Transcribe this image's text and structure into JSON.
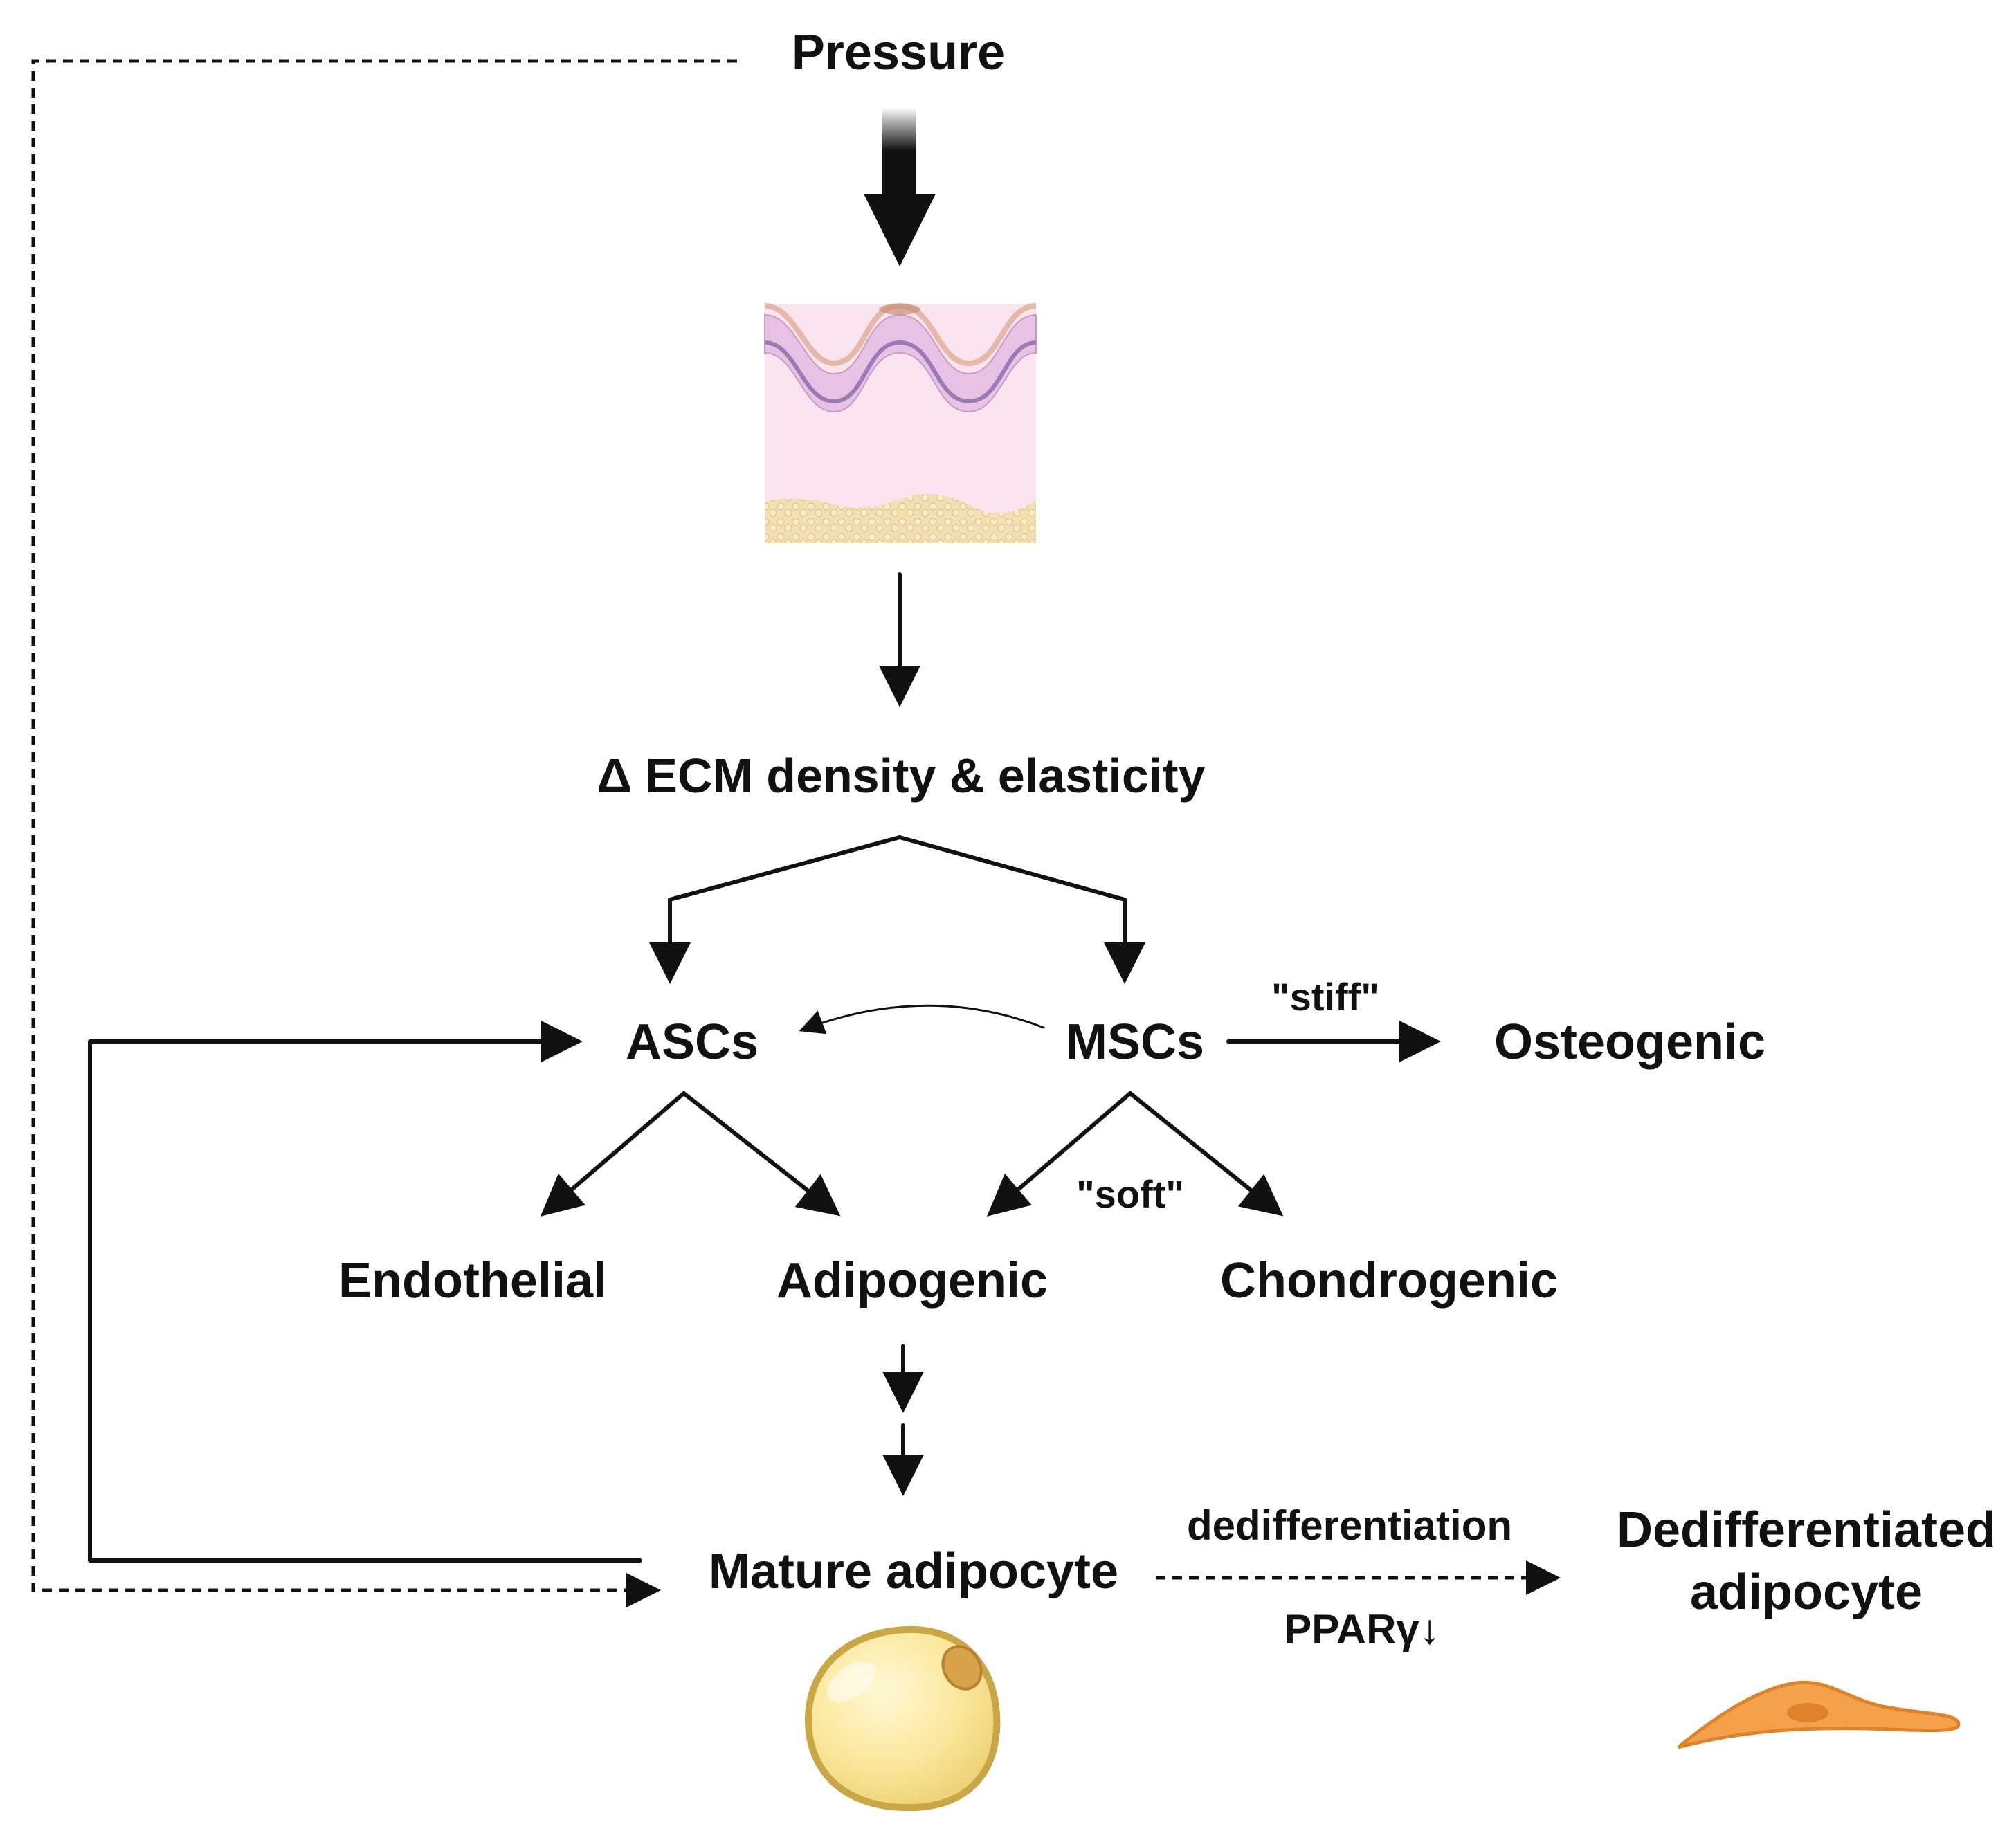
{
  "nodes": {
    "pressure": "Pressure",
    "ecm_change": "Δ ECM density & elasticity",
    "ascs": "ASCs",
    "mscs": "MSCs",
    "osteogenic": "Osteogenic",
    "endothelial": "Endothelial",
    "adipogenic": "Adipogenic",
    "chondrogenic": "Chondrogenic",
    "mature_adipocyte": "Mature adipocyte",
    "dedifferentiated_line1": "Dedifferentiated",
    "dedifferentiated_line2": "adipocyte"
  },
  "edge_labels": {
    "stiff": "\"stiff\"",
    "soft": "\"soft\"",
    "dedifferentiation": "dedifferentiation",
    "ppar": "PPARγ↓"
  },
  "colors": {
    "ink": "#111111",
    "skin_epidermis": "#d9a6d6",
    "skin_dermis": "#f9e4f0",
    "skin_fat": "#f3dfb4",
    "adipocyte_fill": "#fbe79b",
    "adipocyte_stroke": "#c9a646",
    "dediff_cell_fill": "#f5a04a",
    "dediff_cell_stroke": "#e0822a"
  },
  "icons": {
    "tissue": "skin-tissue-cross-section-icon",
    "mature_cell": "mature-adipocyte-cell-icon",
    "dediff_cell": "dedifferentiated-adipocyte-cell-icon"
  }
}
